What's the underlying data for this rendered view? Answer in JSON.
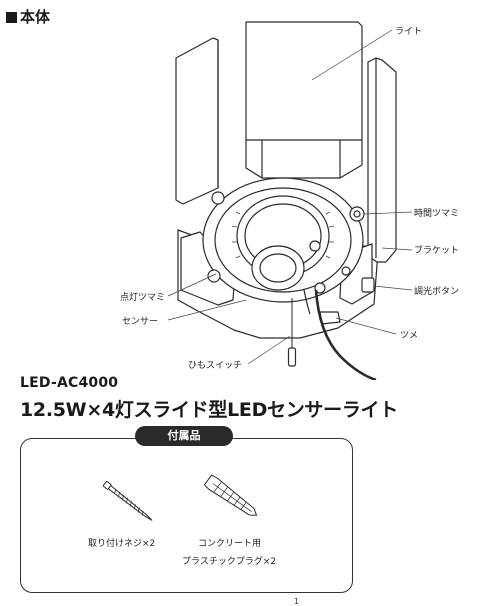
{
  "section": {
    "title": "本体"
  },
  "labels": {
    "light": "ライト",
    "timer_knob": "時間ツマミ",
    "bracket": "ブラケット",
    "brightness_button": "調光ボタン",
    "lighting_knob": "点灯ツマミ",
    "sensor": "センサー",
    "claw": "ツメ",
    "pull_switch": "ひもスイッチ"
  },
  "product": {
    "model": "LED-AC4000",
    "name": "12.5W×4灯スライド型LEDセンサーライト"
  },
  "accessories": {
    "title": "付属品",
    "screw": "取り付けネジ×2",
    "plug_line1": "コンクリート用",
    "plug_line2": "プラスチックプラグ×2"
  },
  "page_number": "1"
}
